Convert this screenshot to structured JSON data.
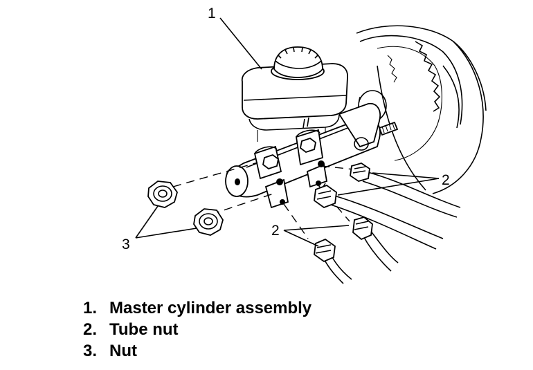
{
  "callouts": {
    "c1": "1",
    "c2_right": "2",
    "c2_lower": "2",
    "c3": "3"
  },
  "legend": [
    {
      "num": "1.",
      "text": "Master cylinder assembly"
    },
    {
      "num": "2.",
      "text": "Tube nut"
    },
    {
      "num": "3.",
      "text": "Nut"
    }
  ]
}
